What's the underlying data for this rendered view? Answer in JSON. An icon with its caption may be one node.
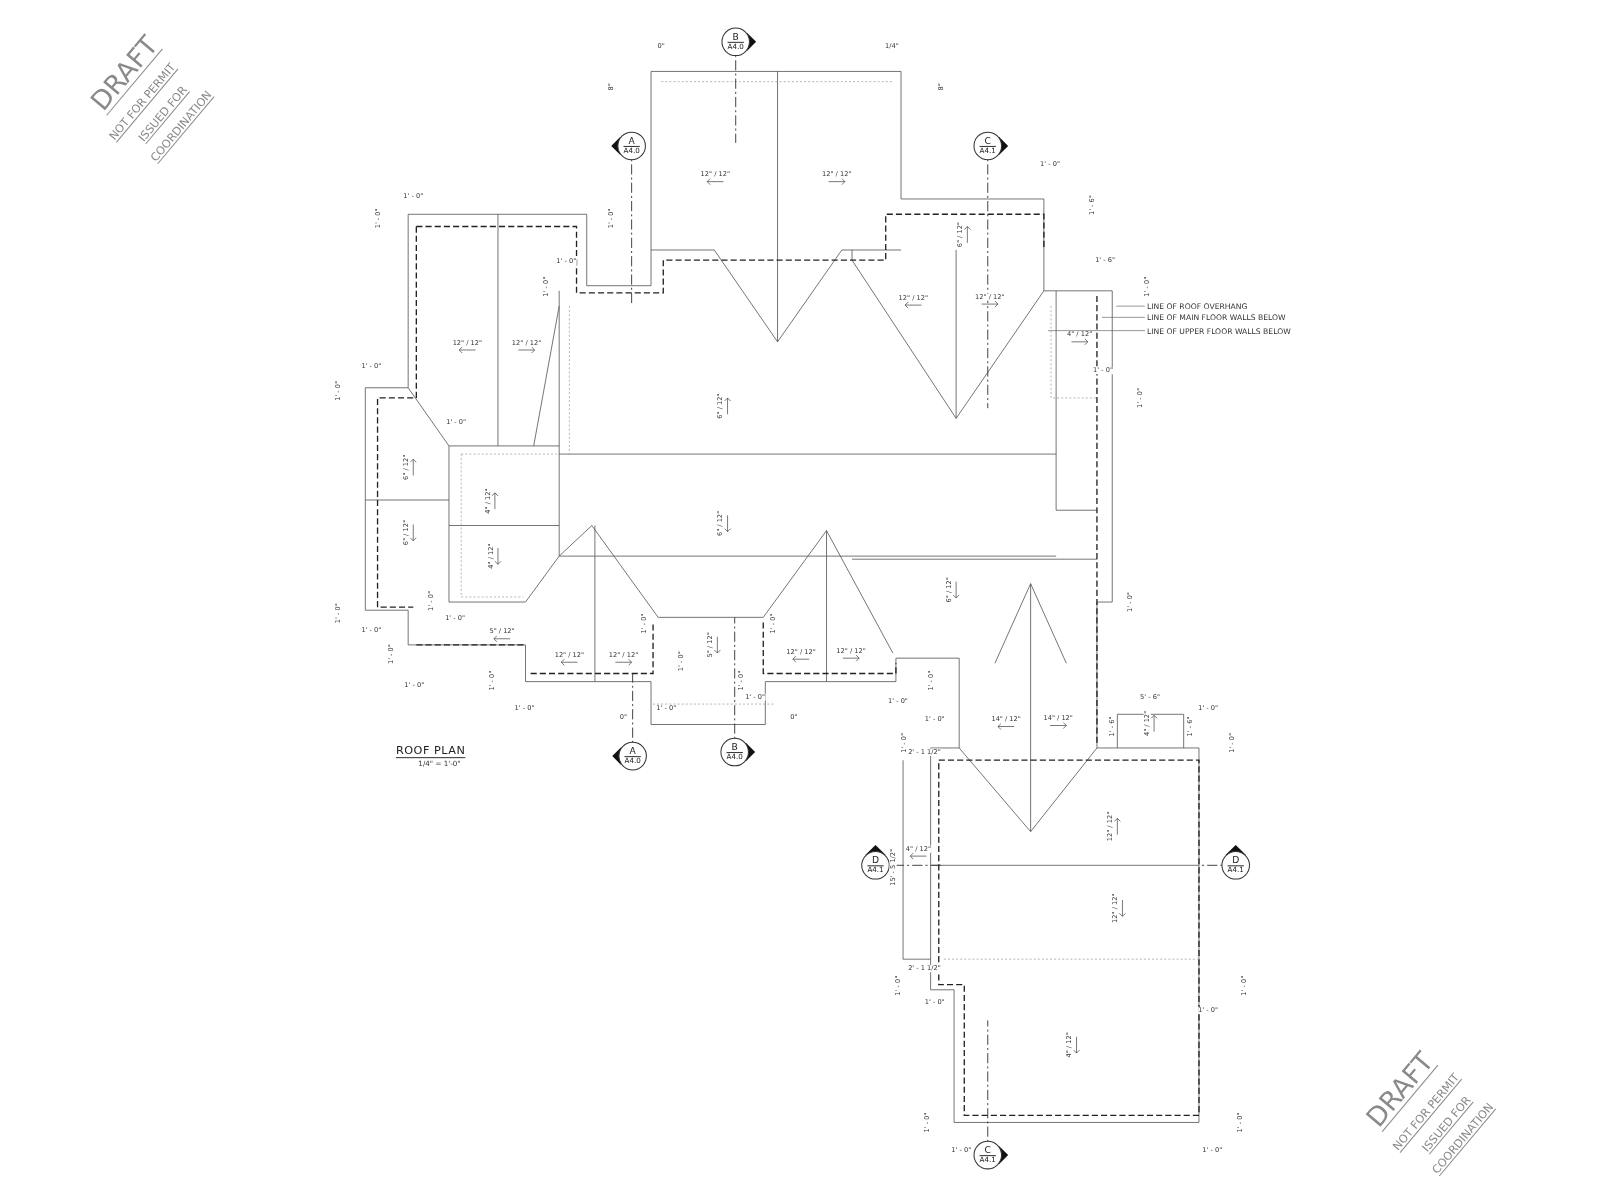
{
  "diagram": {
    "title": "ROOF PLAN",
    "nodes": [
      {
        "text": [
          "B",
          "A4.0"
        ]
      },
      {
        "text": [
          "A",
          "A4.0"
        ]
      },
      {
        "text": [
          "C",
          "A4.1"
        ]
      },
      {
        "text": [
          "LINE OF ROOF OVERHANG"
        ]
      },
      {
        "text": [
          "LINE OF MAIN FLOOR WALLS BELOW"
        ]
      },
      {
        "text": [
          "LINE OF UPPER FLOOR WALLS BELOW"
        ]
      },
      {
        "text": [
          "A",
          "A4.0"
        ]
      },
      {
        "text": [
          "B",
          "A4.0"
        ]
      },
      {
        "text": [
          "D",
          "A4.1"
        ]
      },
      {
        "text": [
          "D",
          "A4.1"
        ]
      },
      {
        "text": [
          "C",
          "A4.1"
        ]
      }
    ],
    "edges": [
      {
        "from": 3,
        "to": null,
        "arrow": "none"
      },
      {
        "from": 4,
        "to": null,
        "arrow": "none"
      },
      {
        "from": 5,
        "to": null,
        "arrow": "none"
      }
    ],
    "labels": [
      "DRAFT",
      "NOT FOR PERMIT",
      "ISSUED FOR",
      "COORDINATION",
      "0\"",
      "1/4\"",
      "8\"",
      "8\"",
      "12\" / 12\"",
      "12\" / 12\"",
      "1' - 0\"",
      "1' - 0\"",
      "1' - 6\"",
      "1' - 0\"",
      "1' - 0\"",
      "6\" / 12\"",
      "1' - 0\"",
      "1' - 6\"",
      "1' - 0\"",
      "1' - 0\"",
      "12\" / 12\"",
      "12\" / 12\"",
      "4\" / 12\"",
      "12\" / 12\"",
      "12\" / 12\"",
      "1' - 0\"",
      "1' - 0\"",
      "1' - 0\"",
      "1' - 0\"",
      "6\" / 12\"",
      "1' - 0\"",
      "6\" / 12\"",
      "4\" / 12\"",
      "6\" / 12\"",
      "6\" / 12\"",
      "4\" / 12\"",
      "6\" / 12\"",
      "1' - 0\"",
      "1' - 0\"",
      "1' - 0\"",
      "1' - 0\"",
      "1' - 0\"",
      "1' - 0\"",
      "1' - 0\"",
      "5\" / 12\"",
      "5\" / 12\"",
      "12\" / 12\"",
      "12\" / 12\"",
      "12\" / 12\"",
      "12\" / 12\"",
      "1' - 0\"",
      "1' - 0\"",
      "1' - 0\"",
      "1' - 0\"",
      "1' - 0\"",
      "1' - 0\"",
      "1' - 0\"",
      "1' - 0\"",
      "1' - 0\"",
      "1' - 0\"",
      "5' - 6\"",
      "1' - 0\"",
      "0\"",
      "0\"",
      "1' - 0\"",
      "14\" / 12\"",
      "14\" / 12\"",
      "1' - 6\"",
      "4\" / 12\"",
      "1' - 6\"",
      "1' - 0\"",
      "1' - 0\"",
      "2' - 1 1/2\"",
      "1/4\" = 1'-0\"",
      "12\" / 12\"",
      "4\" / 12\"",
      "15' - 5 1/2\"",
      "12\" / 12\"",
      "2' - 1 1/2\"",
      "1' - 0\"",
      "1' - 0\"",
      "1' - 0\"",
      "1' - 0\"",
      "4\" / 12\"",
      "1' - 0\"",
      "1' - 0\"",
      "1' - 0\"",
      "1' - 0\"",
      "DRAFT",
      "NOT FOR PERMIT",
      "ISSUED FOR",
      "COORDINATION"
    ]
  }
}
